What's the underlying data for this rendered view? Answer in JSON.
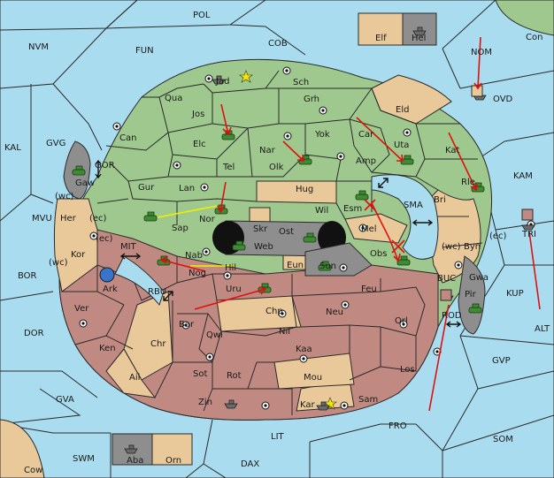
{
  "map": {
    "title": "",
    "colors": {
      "sea": "#a9dcee",
      "power_green": "#9fc88e",
      "neutral_tan": "#e9c99a",
      "power_red": "#c08a82",
      "impassable_gray": "#8e8e8e",
      "move_order": "#e01010",
      "support_order": "#f0f000"
    },
    "provinces": {
      "pol": "POL",
      "nvm": "NVM",
      "fun": "FUN",
      "cob": "COB",
      "elf": "Elf",
      "hel": "Hel",
      "con": "Con",
      "nom": "NOM",
      "ovd": "OVD",
      "kal": "KAL",
      "gvg": "GVG",
      "gor": "GOR",
      "gaw": "Gaw",
      "mvu": "MVU",
      "her": "Her",
      "wc1": "(wc)",
      "ec1": "(ec)",
      "kor": "Kor",
      "ec2": "(ec)",
      "mit": "MIT",
      "wc2": "(wc)",
      "bor": "BOR",
      "ark": "Ark",
      "rbu": "RBU",
      "ver": "Ver",
      "dor": "DOR",
      "ken": "Ken",
      "ail": "Ail",
      "chr": "Chr",
      "gva": "GVA",
      "cow": "Cow",
      "swm": "SWM",
      "aba": "Aba",
      "orn": "Orn",
      "lit": "LIT",
      "dax": "DAX",
      "jad": "Jad",
      "sch": "Sch",
      "qua": "Qua",
      "jos": "Jos",
      "grh": "Grh",
      "eld": "Eld",
      "can": "Can",
      "car": "Car",
      "yok": "Yok",
      "uta": "Uta",
      "elc": "Elc",
      "nar": "Nar",
      "kat": "Kat",
      "kam": "KAM",
      "tel": "Tel",
      "olk": "Olk",
      "amp": "Amp",
      "rle": "Rle",
      "gur": "Gur",
      "lan": "Lan",
      "hug": "Hug",
      "bri": "Bri",
      "esm": "Esm",
      "sma": "SMA",
      "wil": "Wil",
      "sap": "Sap",
      "nor": "Nor",
      "skr": "Skr",
      "ost": "Ost",
      "web": "Web",
      "mel": "Mel",
      "byn": "Byn",
      "wc3": "(wc)",
      "ec3": "(ec)",
      "tri": "TRI",
      "nab": "Nab",
      "eun": "Eun",
      "obs": "Obs",
      "gwa": "Gwa",
      "sun": "Sun",
      "hil": "Hil",
      "nog": "Nog",
      "buc": "BUC",
      "pir": "Pir",
      "kup": "KUP",
      "uru": "Uru",
      "feu": "Feu",
      "orl": "Orl",
      "bar": "Bar",
      "qwi": "Qwi",
      "chp": "Chp",
      "neu": "Neu",
      "rod": "ROD",
      "alt": "ALT",
      "nil": "Nil",
      "kaa": "Kaa",
      "gvp": "GVP",
      "sot": "Sot",
      "rot": "Rot",
      "mou": "Mou",
      "los": "Los",
      "zin": "Zin",
      "kar": "Kar",
      "sam": "Sam",
      "fro": "FRO",
      "som": "SOM"
    }
  }
}
